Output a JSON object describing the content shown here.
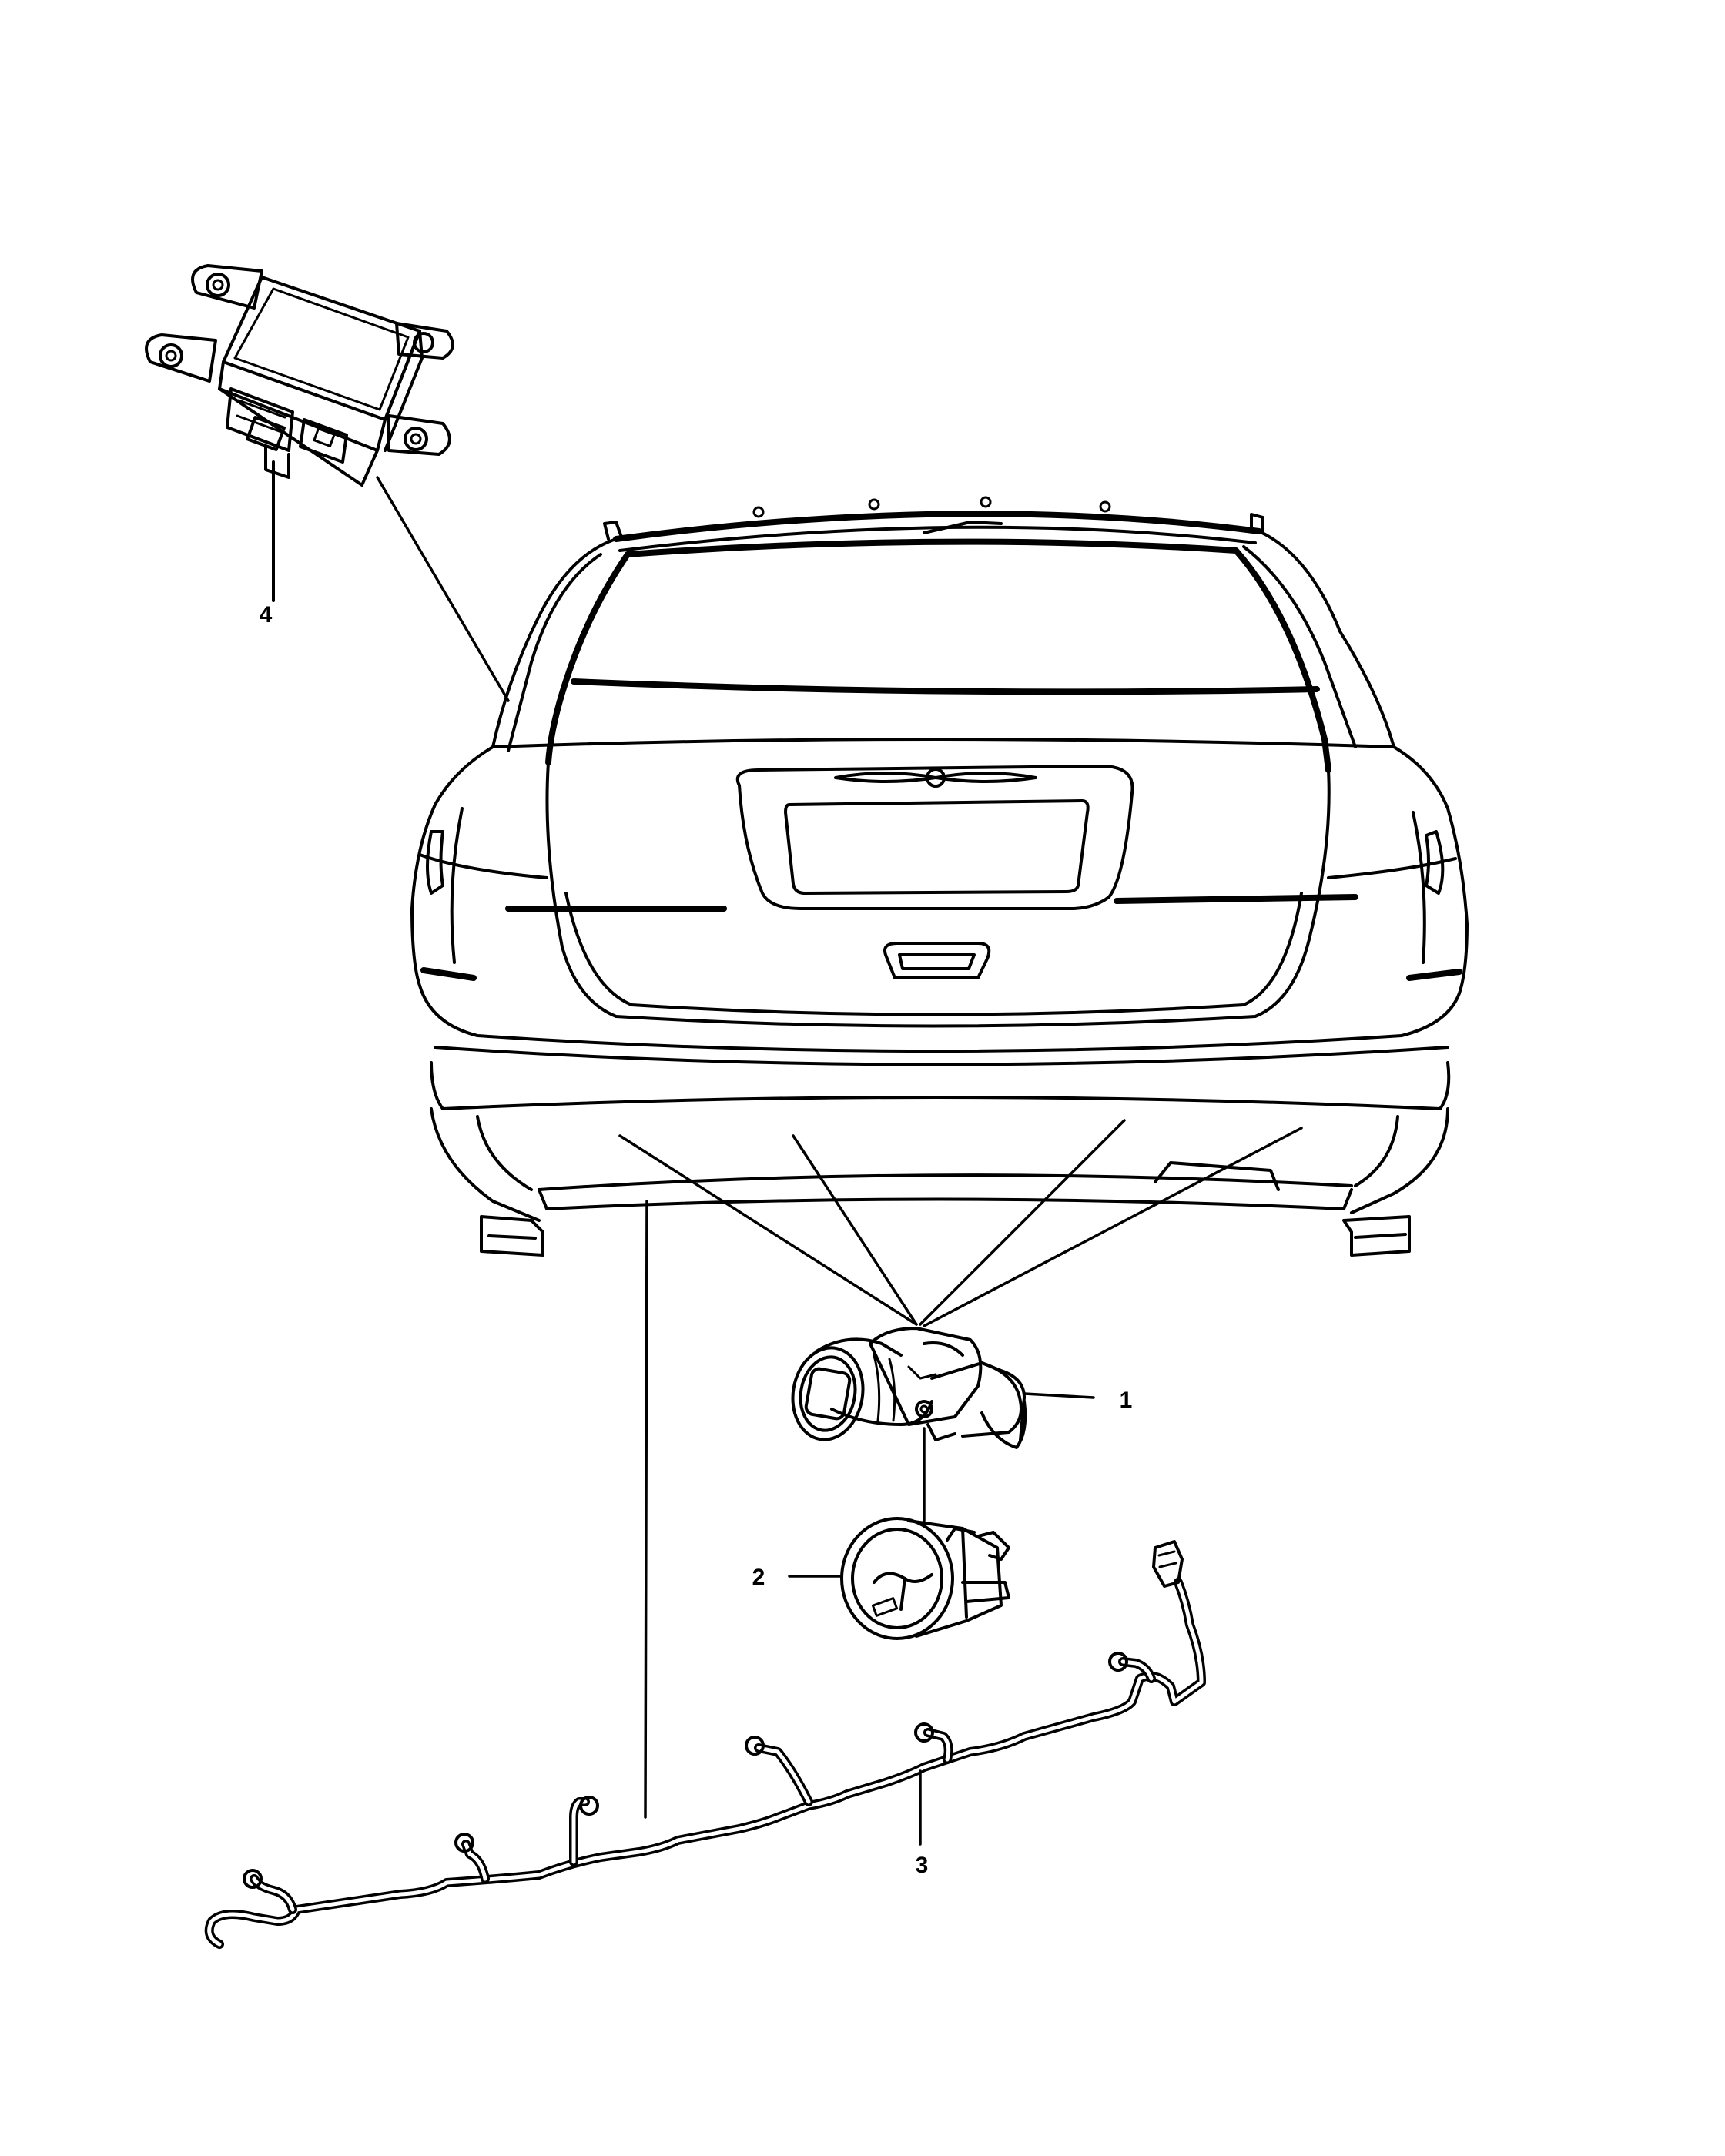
{
  "callouts": [
    {
      "id": "1",
      "label": "1",
      "part": "park-assist-sensor"
    },
    {
      "id": "2",
      "label": "2",
      "part": "sensor-bezel"
    },
    {
      "id": "3",
      "label": "3",
      "part": "sensor-wiring-harness"
    },
    {
      "id": "4",
      "label": "4",
      "part": "park-assist-module"
    }
  ]
}
